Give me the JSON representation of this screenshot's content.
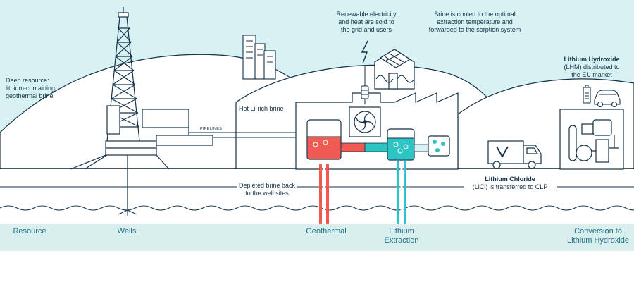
{
  "colors": {
    "sky": "#d8f1f3",
    "hill": "#ffffff",
    "outline": "#14324a",
    "ground_band": "#d8efee",
    "stage_text": "#1f6f86",
    "hot_brine": "#ef5a52",
    "lithium": "#2fc4c4"
  },
  "icons": [
    "drilling-rig-icon",
    "city-buildings-icon",
    "lightning-icon",
    "house-solar-icon",
    "fan-icon",
    "battery-icon",
    "electric-car-icon",
    "truck-icon",
    "factory-icon",
    "conversion-plant-icon"
  ],
  "annotations": {
    "deep_resource": [
      "Deep resource:",
      "lithium-containing",
      "geothermal brine"
    ],
    "renewable": [
      "Renewable electricity",
      "and heat are sold to",
      "the grid and users"
    ],
    "brine_cooled": [
      "Brine is cooled to the optimal",
      "extraction temperature and",
      "forwarded to the sorption system"
    ],
    "lhm_title": "Lithium Hydroxide",
    "lhm_rest": [
      "(LHM) distributed to",
      "the EU market"
    ],
    "hot_brine": "Hot Li-rich brine",
    "pipelines": "PIPELINES",
    "depleted": [
      "Depleted brine back",
      "to the well sites"
    ],
    "licl_title": "Lithium Chloride",
    "licl_rest": "(LiCl) is transferred to CLP"
  },
  "stages": [
    {
      "id": "resource",
      "lines": [
        "Resource"
      ]
    },
    {
      "id": "wells",
      "lines": [
        "Wells"
      ]
    },
    {
      "id": "geothermal",
      "lines": [
        "Geothermal"
      ]
    },
    {
      "id": "lithium-extraction",
      "lines": [
        "Lithium",
        "Extraction"
      ]
    },
    {
      "id": "conversion",
      "lines": [
        "Conversion to",
        "Lithium Hydroxide"
      ]
    }
  ]
}
